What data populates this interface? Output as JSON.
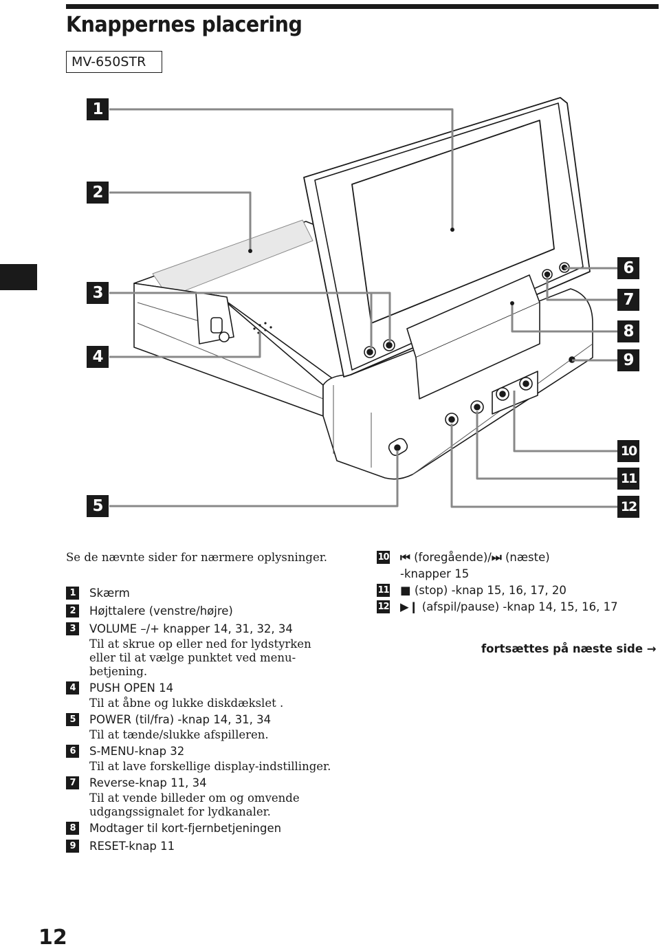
{
  "page": {
    "title": "Knappernes placering",
    "model": "MV-650STR",
    "intro": "Se de nævnte sider for nærmere oplysninger.",
    "continue": "fortsættes på næste side →",
    "page_number": "12"
  },
  "callouts": [
    "1",
    "2",
    "3",
    "4",
    "5",
    "6",
    "7",
    "8",
    "9",
    "10",
    "11",
    "12"
  ],
  "legend_left": [
    {
      "num": "1",
      "label": "Skærm",
      "desc": []
    },
    {
      "num": "2",
      "label": "Højttalere (venstre/højre)",
      "desc": []
    },
    {
      "num": "3",
      "label": "VOLUME –/+ knapper  14, 31, 32, 34",
      "desc": [
        "Til at skrue op eller ned for lydstyrken",
        "eller til at vælge punktet ved menu-",
        "betjening."
      ]
    },
    {
      "num": "4",
      "label": "PUSH OPEN  14",
      "desc": [
        "Til at åbne og lukke diskdækslet ."
      ]
    },
    {
      "num": "5",
      "label": "POWER (til/fra) -knap  14, 31, 34",
      "desc": [
        "Til at tænde/slukke afspilleren."
      ]
    },
    {
      "num": "6",
      "label": "S-MENU-knap  32",
      "desc": [
        "Til at lave forskellige display-indstillinger."
      ]
    },
    {
      "num": "7",
      "label": "Reverse-knap 11, 34",
      "desc": [
        "Til at vende billeder om og omvende",
        "udgangssignalet for lydkanaler."
      ]
    },
    {
      "num": "8",
      "label": "Modtager til kort-fjernbetjeningen",
      "desc": []
    },
    {
      "num": "9",
      "label": "RESET-knap  11",
      "desc": []
    }
  ],
  "legend_right": [
    {
      "num": "10",
      "glyph": "⏮",
      "label": " (foregående)/",
      "glyph2": "⏭",
      "label2": " (næste)",
      "line2": "-knapper  15"
    },
    {
      "num": "11",
      "glyph": "■",
      "label": " (stop) -knap  15, 16, 17, 20"
    },
    {
      "num": "12",
      "glyph": "▶❙",
      "label": " (afspil/pause) -knap  14, 15, 16, 17"
    }
  ]
}
